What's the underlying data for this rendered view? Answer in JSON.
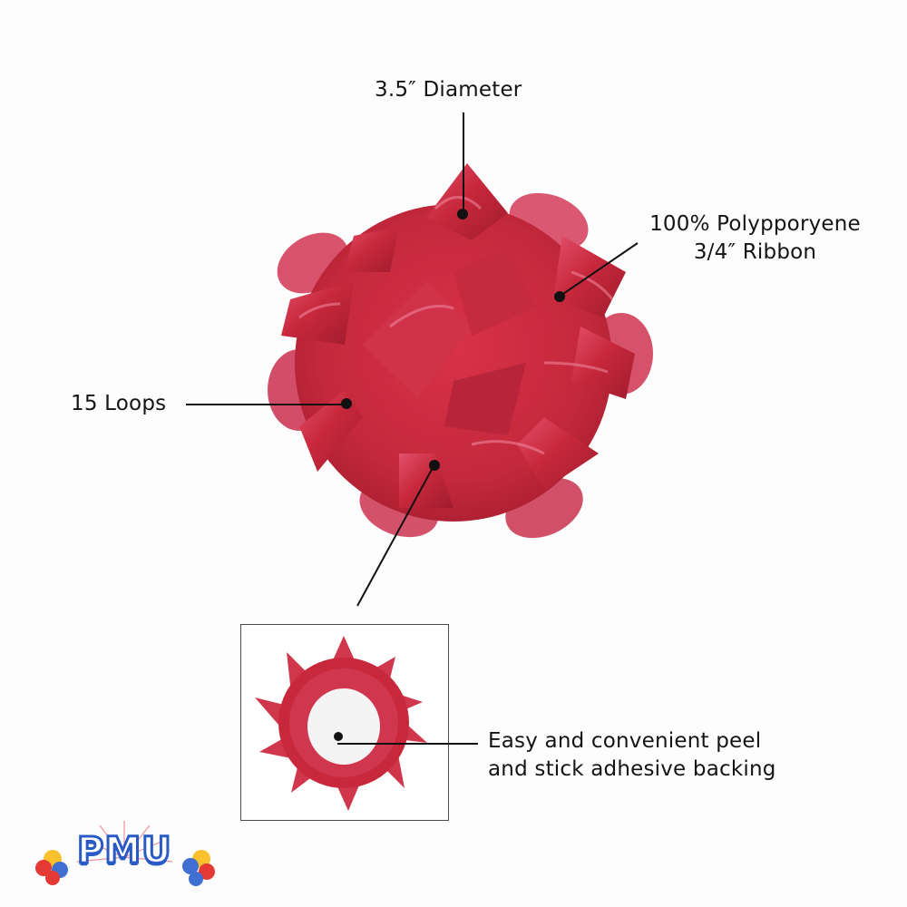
{
  "callouts": {
    "diameter": "3.5″ Diameter",
    "material_line1": "100% Polypporyene",
    "material_line2": "3/4″ Ribbon",
    "loops": "15 Loops",
    "adhesive_line1": "Easy and convenient peel",
    "adhesive_line2": "and stick adhesive backing"
  },
  "product": {
    "name": "red-gift-bow",
    "color": "#c8283c",
    "highlight": "#e8607a",
    "shadow": "#9c1a2c",
    "backing_color": "#f2f2f2"
  },
  "logo": {
    "text": "PMU",
    "text_color": "#2a5bc4",
    "balloon_colors": [
      "#e53935",
      "#fbc02d",
      "#3f6fd1"
    ]
  }
}
